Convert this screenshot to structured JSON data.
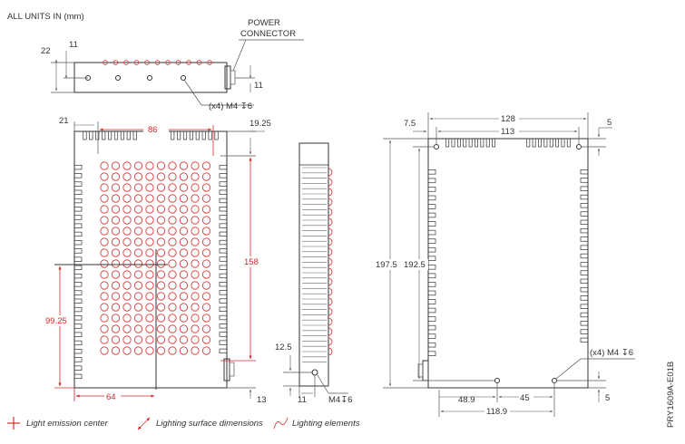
{
  "header": {
    "units_note": "ALL UNITS IN (mm)"
  },
  "top_view": {
    "power_connector_label_line1": "POWER",
    "power_connector_label_line2": "CONNECTOR",
    "dim_height": "22",
    "dim_offset_left": "11",
    "dim_offset_right": "11",
    "screw_callout": "(x4) M4 ↧6"
  },
  "front_view": {
    "dim_left_margin": "21",
    "dim_surface_width": "86",
    "dim_top_margin": "19.25",
    "dim_surface_height": "158",
    "dim_center_height": "99.25",
    "dim_center_x": "64",
    "dim_bottom_margin": "13"
  },
  "side_view": {
    "dim_screw_height": "12.5",
    "dim_screw_offset": "11",
    "screw_callout": "M4↧6"
  },
  "rear_view": {
    "dim_overall_width": "128",
    "dim_hole_spacing_top": "113",
    "dim_edge_left": "7.5",
    "dim_edge_right": "5",
    "dim_overall_height": "197.5",
    "dim_hole_spacing_vertical": "192.5",
    "screw_callout": "(x4) M4 ↧6",
    "dim_bottom_left": "48.9",
    "dim_bottom_mid": "45",
    "dim_bottom_total": "118.9",
    "dim_bottom_edge": "5"
  },
  "legend": {
    "emission_center": "Light emission center",
    "surface_dimensions": "Lighting surface dimensions",
    "elements": "Lighting elements"
  },
  "doc_code": "PRY1609A-E01B",
  "colors": {
    "line": "#333333",
    "accent": "#d8282b"
  }
}
